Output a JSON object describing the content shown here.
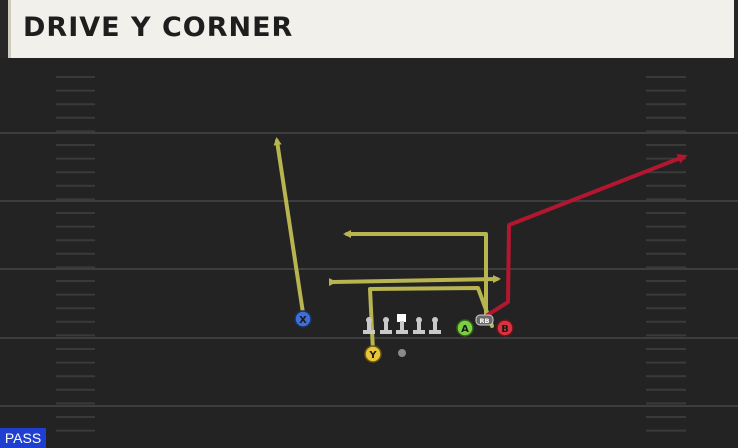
{
  "play": {
    "title": "DRIVE Y CORNER",
    "type": "PASS"
  },
  "players": [
    {
      "id": "X",
      "label": "X",
      "color": "#3d6fd6"
    },
    {
      "id": "Y",
      "label": "Y",
      "color": "#e9c53a"
    },
    {
      "id": "A",
      "label": "A",
      "color": "#7ccf45"
    },
    {
      "id": "B",
      "label": "B",
      "color": "#d6333f"
    },
    {
      "id": "RB",
      "label": "RB",
      "color": "#6a6a6a"
    }
  ],
  "routes": [
    {
      "player": "X",
      "name": "streak",
      "color": "#b8b550"
    },
    {
      "player": "Y",
      "name": "drag",
      "color": "#b8b550"
    },
    {
      "player": "A",
      "name": "in",
      "color": "#b8b550"
    },
    {
      "player": "A",
      "name": "drive",
      "color": "#b8b550"
    },
    {
      "player": "B",
      "name": "corner",
      "color": "#b3162f"
    }
  ],
  "colors": {
    "field": "#232323",
    "yard_line": "#3d3d3d",
    "hash": "#3a3a3a",
    "header_bg": "#f2f0ea",
    "title_text": "#1e1e1e",
    "badge_bg": "#1f3fd0",
    "lineman": "#c9c9c9",
    "center": "#ffffff",
    "ball": "#8a8a8a"
  }
}
